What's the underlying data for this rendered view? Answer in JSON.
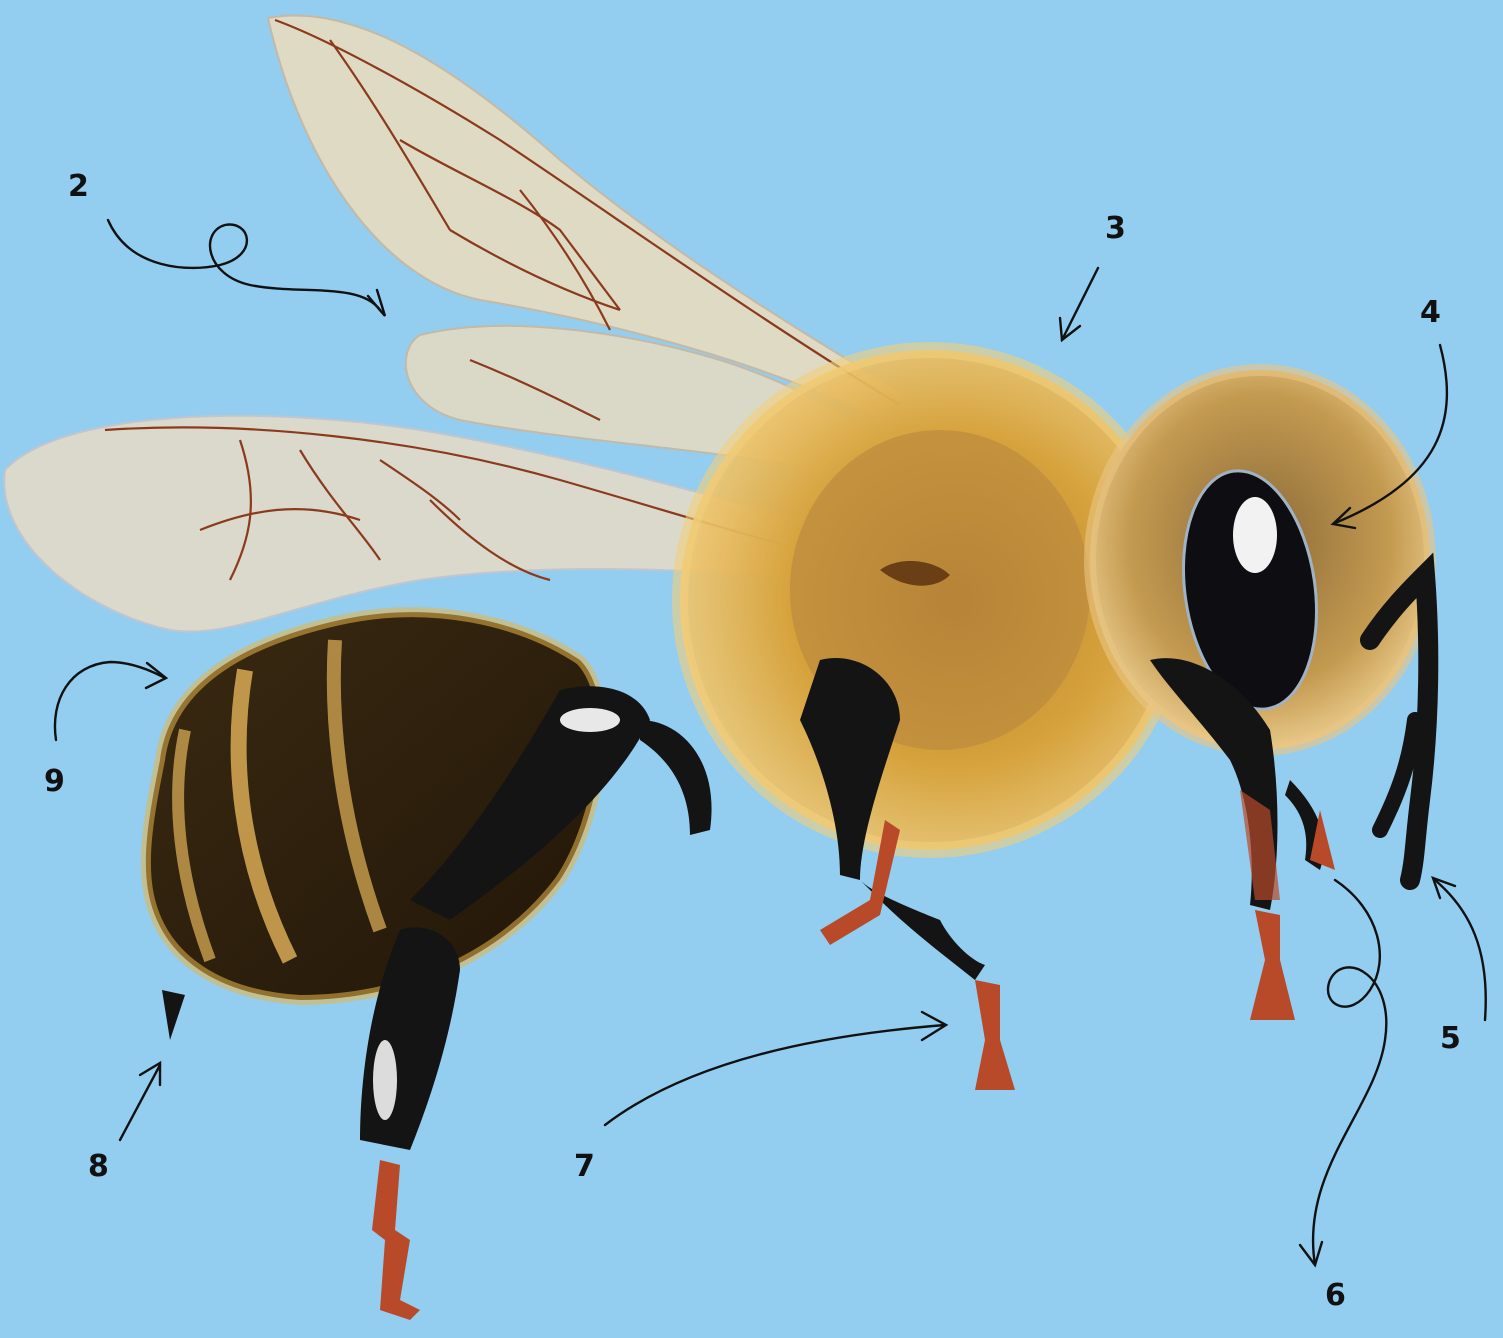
{
  "labels": [
    {
      "id": "2",
      "text": "2"
    },
    {
      "id": "3",
      "text": "3"
    },
    {
      "id": "4",
      "text": "4"
    },
    {
      "id": "5",
      "text": "5"
    },
    {
      "id": "6",
      "text": "6"
    },
    {
      "id": "7",
      "text": "7"
    },
    {
      "id": "8",
      "text": "8"
    },
    {
      "id": "9",
      "text": "9"
    }
  ],
  "colors": {
    "background": "#93cdf0",
    "fur": "#d9a33a",
    "fur_dark": "#6b4a1c",
    "chitin": "#141414",
    "wing": "#e6dcc0",
    "vein": "#8b3a1c",
    "claw": "#b84a2a"
  }
}
